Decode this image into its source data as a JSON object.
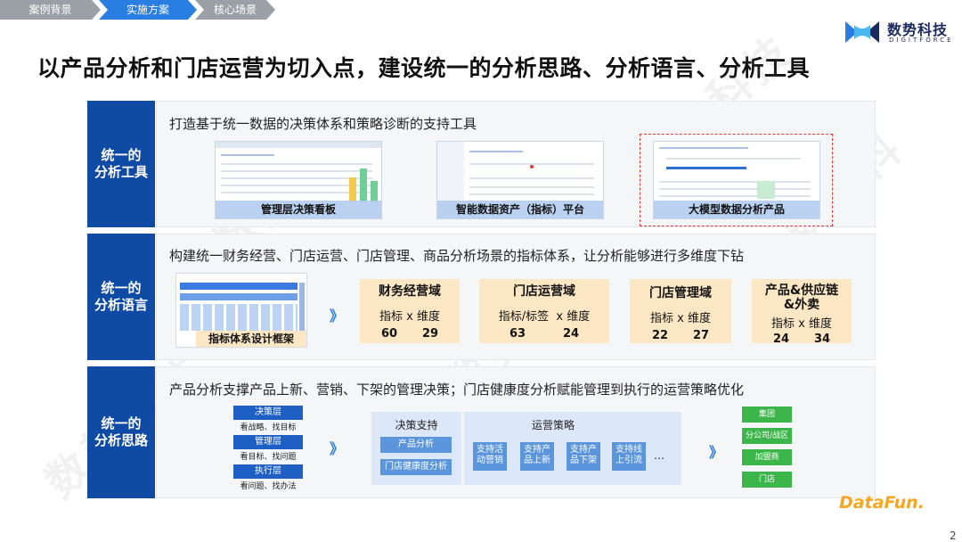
{
  "breadcrumb": [
    "案例背景",
    "实施方案",
    "核心场景"
  ],
  "logo": {
    "name": "数势科技",
    "sub": "DIGITFORCE"
  },
  "title": "以产品分析和门店运营为切入点，建设统一的分析思路、分析语言、分析工具",
  "row1": {
    "label": [
      "统一的",
      "分析工具"
    ],
    "heading": "打造基于统一数据的决策体系和策略诊断的支持工具",
    "shots": [
      "管理层决策看板",
      "智能数据资产（指标）平台",
      "大模型数据分析产品"
    ]
  },
  "row2": {
    "label": [
      "统一的",
      "分析语言"
    ],
    "heading": "构建统一财务经营、门店运营、门店管理、商品分析场景的指标体系，让分析能够进行多维度下钻",
    "framework_caption": "指标体系设计框架",
    "arrow": "》",
    "domains": [
      {
        "title": "财务经营域",
        "left": "指标",
        "x": "x",
        "right": "维度",
        "n1": "60",
        "n2": "29"
      },
      {
        "title": "门店运营域",
        "left": "指标/标签",
        "x": "x",
        "right": "维度",
        "n1": "63",
        "n2": "24"
      },
      {
        "title": "门店管理域",
        "left": "指标",
        "x": "x",
        "right": "维度",
        "n1": "22",
        "n2": "27"
      },
      {
        "title": "产品&供应链&外卖",
        "left": "指标",
        "x": "x",
        "right": "维度",
        "n1": "24",
        "n2": "34"
      }
    ]
  },
  "row3": {
    "label": [
      "统一的",
      "分析思路"
    ],
    "heading": "产品分析支撑产品上新、营销、下架的管理决策；门店健康度分析赋能管理到执行的运营策略优化",
    "layers": [
      {
        "name": "决策层",
        "desc": "看战略、找目标"
      },
      {
        "name": "管理层",
        "desc": "看目标、找问题"
      },
      {
        "name": "执行层",
        "desc": "看问题、找办法"
      }
    ],
    "decision_title": "决策支持",
    "decision_items": [
      "产品分析",
      "门店健康度分析"
    ],
    "ops_title": "运营策略",
    "ops_items": [
      "支持活动营销",
      "支持产品上新",
      "支持产品下架",
      "支持线上引流"
    ],
    "ops_more": "…",
    "arrow": "》",
    "targets": [
      "集团",
      "分公司/战区",
      "加盟商",
      "门店"
    ]
  },
  "footer": {
    "brand": "DataFun.",
    "page": "2"
  },
  "watermark": "数势科技",
  "colors": {
    "accent": "#2a7de1",
    "side": "#0f4aa5",
    "domain": "#fce7c4",
    "green": "#3cb64a",
    "brand_orange": "#f5a623"
  }
}
